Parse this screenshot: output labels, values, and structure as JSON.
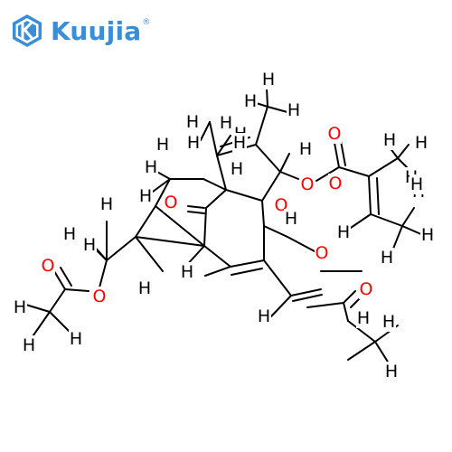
{
  "logo": {
    "text": "Kuujia",
    "registered": "®",
    "icon": "k-hexagon-icon",
    "color": "#3a8ed8"
  },
  "atom_colors": {
    "H": "#000000",
    "O": "#ff0000"
  },
  "atoms": [
    {
      "el": "H"
    },
    {
      "el": "H"
    },
    {
      "el": "H"
    },
    {
      "el": "H"
    },
    {
      "el": "H"
    },
    {
      "el": "H"
    },
    {
      "el": "H"
    },
    {
      "el": "H"
    },
    {
      "el": "O"
    },
    {
      "el": "H"
    },
    {
      "el": "H"
    },
    {
      "el": "H"
    },
    {
      "el": "H"
    },
    {
      "el": "H"
    },
    {
      "el": "O"
    },
    {
      "el": "H"
    },
    {
      "el": "H"
    },
    {
      "el": "H"
    },
    {
      "el": "O"
    },
    {
      "el": "O"
    },
    {
      "el": "H"
    },
    {
      "el": "H"
    },
    {
      "el": "O"
    },
    {
      "el": "H"
    },
    {
      "el": "H"
    },
    {
      "el": "H"
    },
    {
      "el": "H"
    },
    {
      "el": "O"
    },
    {
      "el": "H"
    },
    {
      "el": "H"
    },
    {
      "el": "H"
    },
    {
      "el": "O"
    },
    {
      "el": "H"
    },
    {
      "el": "O"
    },
    {
      "el": "H"
    },
    {
      "el": "O"
    },
    {
      "el": "H"
    },
    {
      "el": "H"
    },
    {
      "el": "H"
    },
    {
      "el": "H"
    },
    {
      "el": "H"
    },
    {
      "el": "H"
    },
    {
      "el": "H"
    }
  ]
}
